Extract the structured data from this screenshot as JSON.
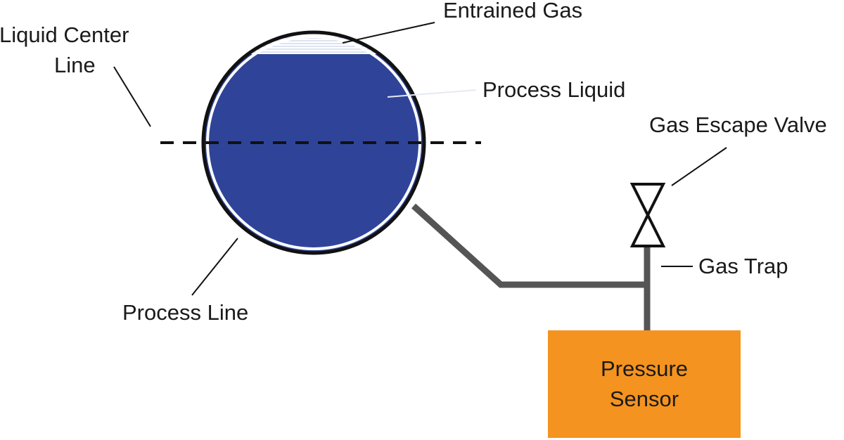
{
  "labels": {
    "entrained_gas": "Entrained Gas",
    "liquid_center_line_1": "Liquid Center",
    "liquid_center_line_2": "Line",
    "process_liquid": "Process Liquid",
    "gas_escape_valve": "Gas Escape Valve",
    "gas_trap": "Gas Trap",
    "process_line": "Process Line",
    "pressure_sensor_1": "Pressure",
    "pressure_sensor_2": "Sensor"
  },
  "colors": {
    "liquid": "#2f4499",
    "pipe_outline": "#111111",
    "tubing": "#555555",
    "sensor": "#f4931f",
    "gas_lines": "#c9d2ea"
  }
}
